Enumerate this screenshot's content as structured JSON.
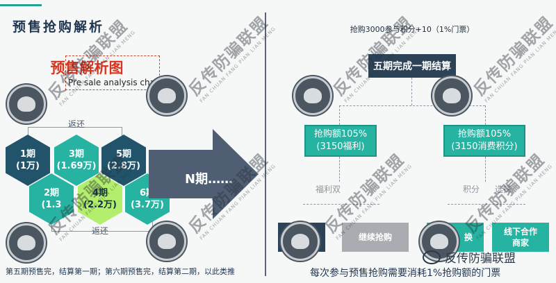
{
  "left": {
    "title": "预售抢购解析",
    "chart_title": "预售解析图",
    "chart_subtitle": "Pre sale analysis chart",
    "back_top": "返还",
    "back_bottom": "返还",
    "hexes": [
      {
        "text": "1期\n(1万)",
        "style": "dark"
      },
      {
        "text": "3期\n(1.69万)",
        "style": "teal"
      },
      {
        "text": "5期\n(2.8万)",
        "style": "dark"
      },
      {
        "text": "2期\n(1.3",
        "style": "teal"
      },
      {
        "text": "4期\n(2.2万)",
        "style": "light"
      },
      {
        "text": "6期\n(3.7万)",
        "style": "teal"
      }
    ],
    "arrow_label": "N期……",
    "footer": "第五期预售完，结算第一期；第六期预售完，结算第二期，以此类推"
  },
  "right": {
    "top_note": "抢购3000参与积分+10（1%门票）",
    "center": "五期完成一期结算",
    "left_branch": {
      "line1": "抢购额105%",
      "line2": "(3150福利)"
    },
    "right_branch": {
      "line1": "抢购额105%",
      "line2": "(3150消费积分)"
    },
    "left_choice": "福利双",
    "right_choice": "积分",
    "right_choice_tail": "选择",
    "actions": [
      {
        "label": "",
        "color": "#2c4256"
      },
      {
        "label": "继续抢购",
        "color": "#a9adb1"
      },
      {
        "label": "换",
        "color": "#27b3a1"
      },
      {
        "label": "线下合作\n商家",
        "color": "#27b3a1"
      }
    ],
    "footer": "每次参与预售抢购需要消耗1%抢购额的门票"
  },
  "watermark": {
    "text": "反传防骗联盟",
    "pinyin": "FAN CHUAN FANG PIAN LIAN MENG"
  },
  "brand_text": "反传防骗联盟"
}
